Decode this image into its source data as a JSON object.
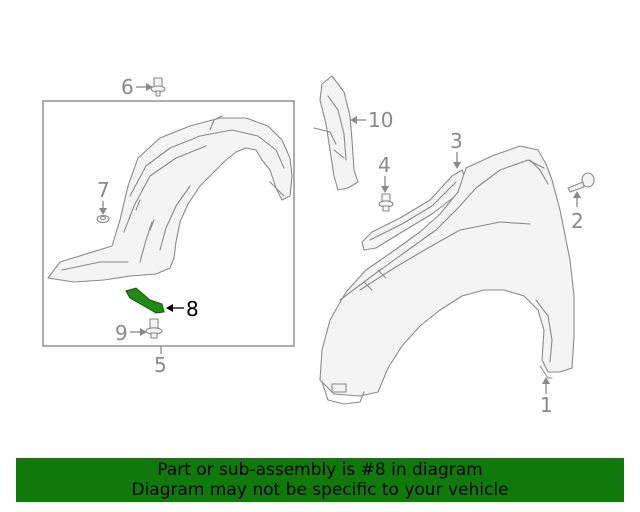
{
  "diagram": {
    "callouts": {
      "c1": "1",
      "c2": "2",
      "c3": "3",
      "c4": "4",
      "c5": "5",
      "c6": "6",
      "c7": "7",
      "c8": "8",
      "c9": "9",
      "c10": "10"
    },
    "highlighted_part": "8",
    "highlight_color": "#1f8a14",
    "line_color": "#8a8a8a"
  },
  "banner": {
    "line1": "Part or sub-assembly is #8 in diagram",
    "line2": "Diagram may not be specific to your vehicle",
    "background_color": "#0f7a0a"
  }
}
